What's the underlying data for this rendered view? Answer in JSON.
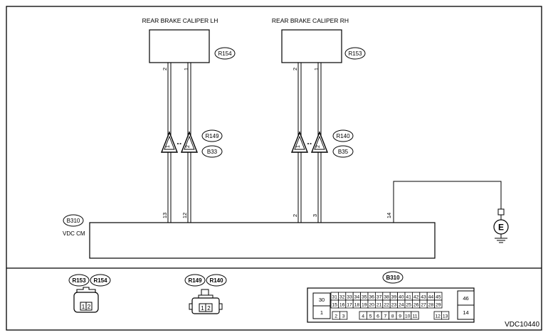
{
  "components": {
    "caliper_lh": {
      "label": "REAR BRAKE CALIPER LH",
      "connector": "R154"
    },
    "caliper_rh": {
      "label": "REAR BRAKE CALIPER RH",
      "connector": "R153"
    },
    "vdc_cm": {
      "label": "VDC CM",
      "connector": "B310"
    }
  },
  "joints": {
    "left": {
      "top": "R149",
      "bottom": "B33"
    },
    "right": {
      "top": "R140",
      "bottom": "B35"
    }
  },
  "pins": {
    "lh_caliper": [
      "2",
      "1"
    ],
    "rh_caliper": [
      "2",
      "1"
    ],
    "joint_left": [
      "1",
      "2"
    ],
    "joint_right": [
      "1",
      "2"
    ],
    "vdc": [
      "13",
      "12",
      "2",
      "3",
      "14"
    ]
  },
  "ground_symbol": "E",
  "legend": {
    "conn1_labels": [
      "R153",
      "R154"
    ],
    "conn1_pins": [
      "1",
      "2"
    ],
    "conn2_labels": [
      "R149",
      "R140"
    ],
    "conn2_pins": [
      "1",
      "2"
    ],
    "b310_label": "B310",
    "b310": {
      "left_top": "30",
      "left_bottom": "1",
      "row1": [
        "31",
        "32",
        "33",
        "34",
        "35",
        "36",
        "37",
        "38",
        "39",
        "40",
        "41",
        "42",
        "43",
        "44",
        "45"
      ],
      "row2": [
        "15",
        "16",
        "17",
        "18",
        "19",
        "20",
        "21",
        "22",
        "23",
        "24",
        "25",
        "26",
        "27",
        "28",
        "29"
      ],
      "row3a": [
        "2",
        "3"
      ],
      "row3b": [
        "4",
        "5",
        "6",
        "7",
        "8",
        "9",
        "10",
        "11"
      ],
      "row3c": [
        "12",
        "13"
      ],
      "right_top": "46",
      "right_bottom": "14"
    }
  },
  "figure_code": "VDC10440"
}
